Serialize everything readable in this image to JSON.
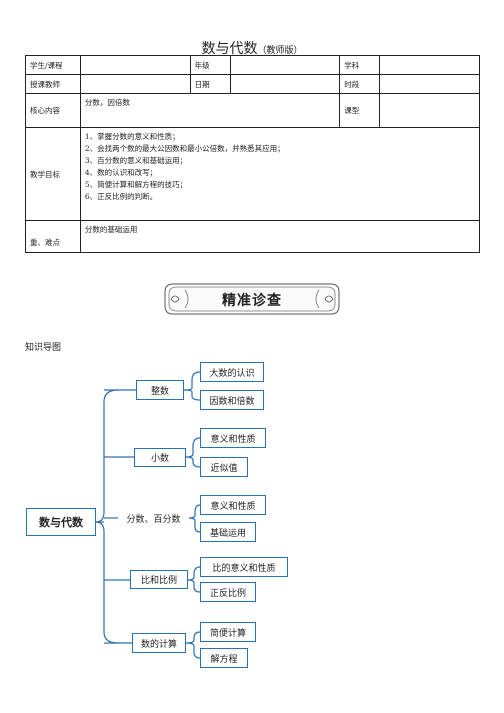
{
  "title": "数与代数",
  "title_suffix": "（教师版）",
  "table": {
    "student_label": "学生/课程",
    "grade_label": "年级",
    "subject_label": "学科",
    "teacher_label": "授课教师",
    "date_label": "日期",
    "period_label": "时段",
    "core_label": "核心内容",
    "core_value": "分数，因倍数",
    "lesson_type_label": "课型",
    "goals_label": "教学目标",
    "goals": [
      "1、掌握分数的意义和性质；",
      "2、会找两个数的最大公因数和最小公倍数，并熟悉其应用；",
      "3、百分数的意义和基础运用；",
      "4、数的认识和改写；",
      "5、简便计算和解方程的技巧；",
      "6、正反比例的判断。"
    ],
    "key_label": "重、难点",
    "key_value": "分数的基础运用"
  },
  "banner": "精准诊查",
  "map_label": "知识导图",
  "mindmap": {
    "root": "数与代数",
    "branches": [
      {
        "label": "整数",
        "leaves": [
          "大数的认识",
          "因数和倍数"
        ]
      },
      {
        "label": "小数",
        "leaves": [
          "意义和性质",
          "近似值"
        ]
      },
      {
        "label": "分数、百分数",
        "leaves": [
          "意义和性质",
          "基础运用"
        ]
      },
      {
        "label": "比和比例",
        "leaves": [
          "比的意义和性质",
          "正反比例"
        ]
      },
      {
        "label": "数的计算",
        "leaves": [
          "简便计算",
          "解方程"
        ]
      }
    ]
  },
  "colors": {
    "box_border": "#2a6fb0",
    "line": "#2a6fb0"
  }
}
